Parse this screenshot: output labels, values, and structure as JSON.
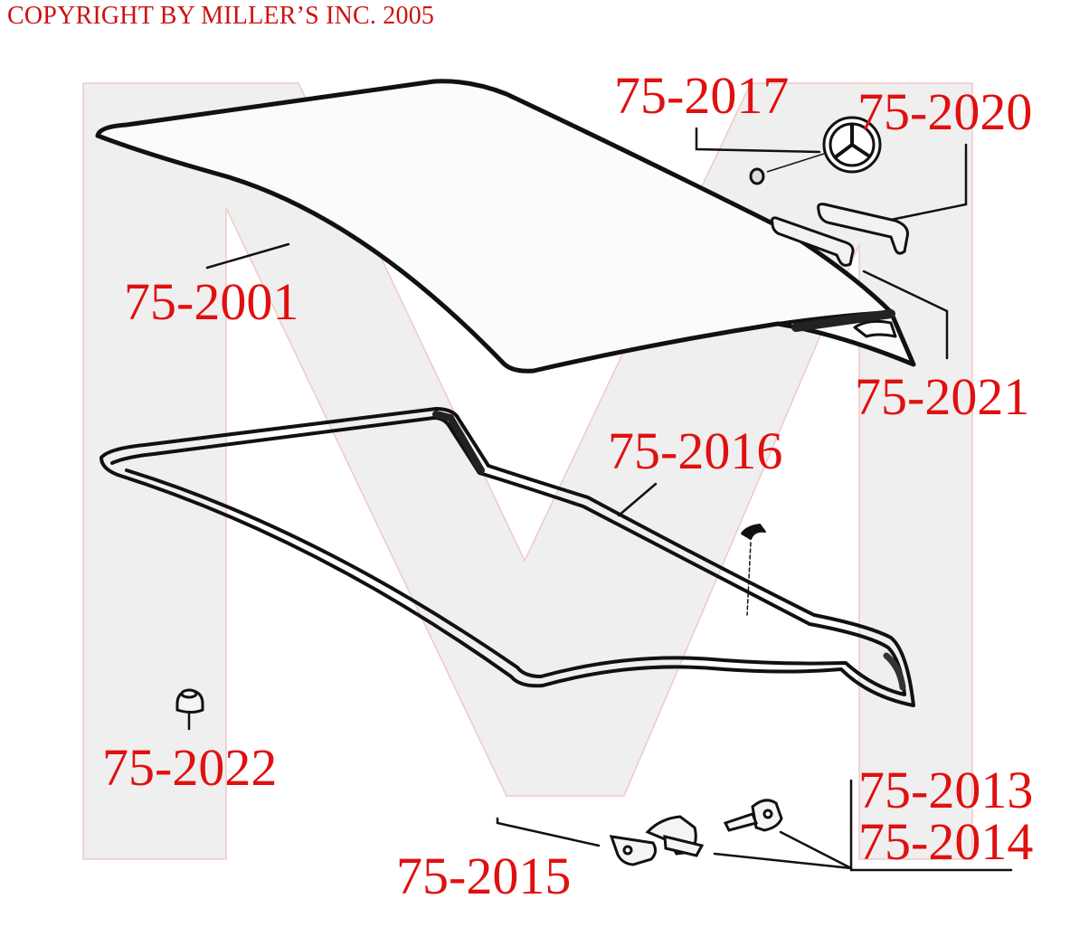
{
  "copyright": "COPYRIGHT BY MILLER’S INC. 2005",
  "labels": {
    "p2001": "75-2001",
    "p2017": "75-2017",
    "p2020": "75-2020",
    "p2021": "75-2021",
    "p2016": "75-2016",
    "p2022": "75-2022",
    "p2013": "75-2013",
    "p2014": "75-2014",
    "p2015": "75-2015"
  },
  "colors": {
    "label": "#e01010",
    "copyright": "#cc1111",
    "line": "#111111",
    "watermark": "#d8d8d8"
  }
}
